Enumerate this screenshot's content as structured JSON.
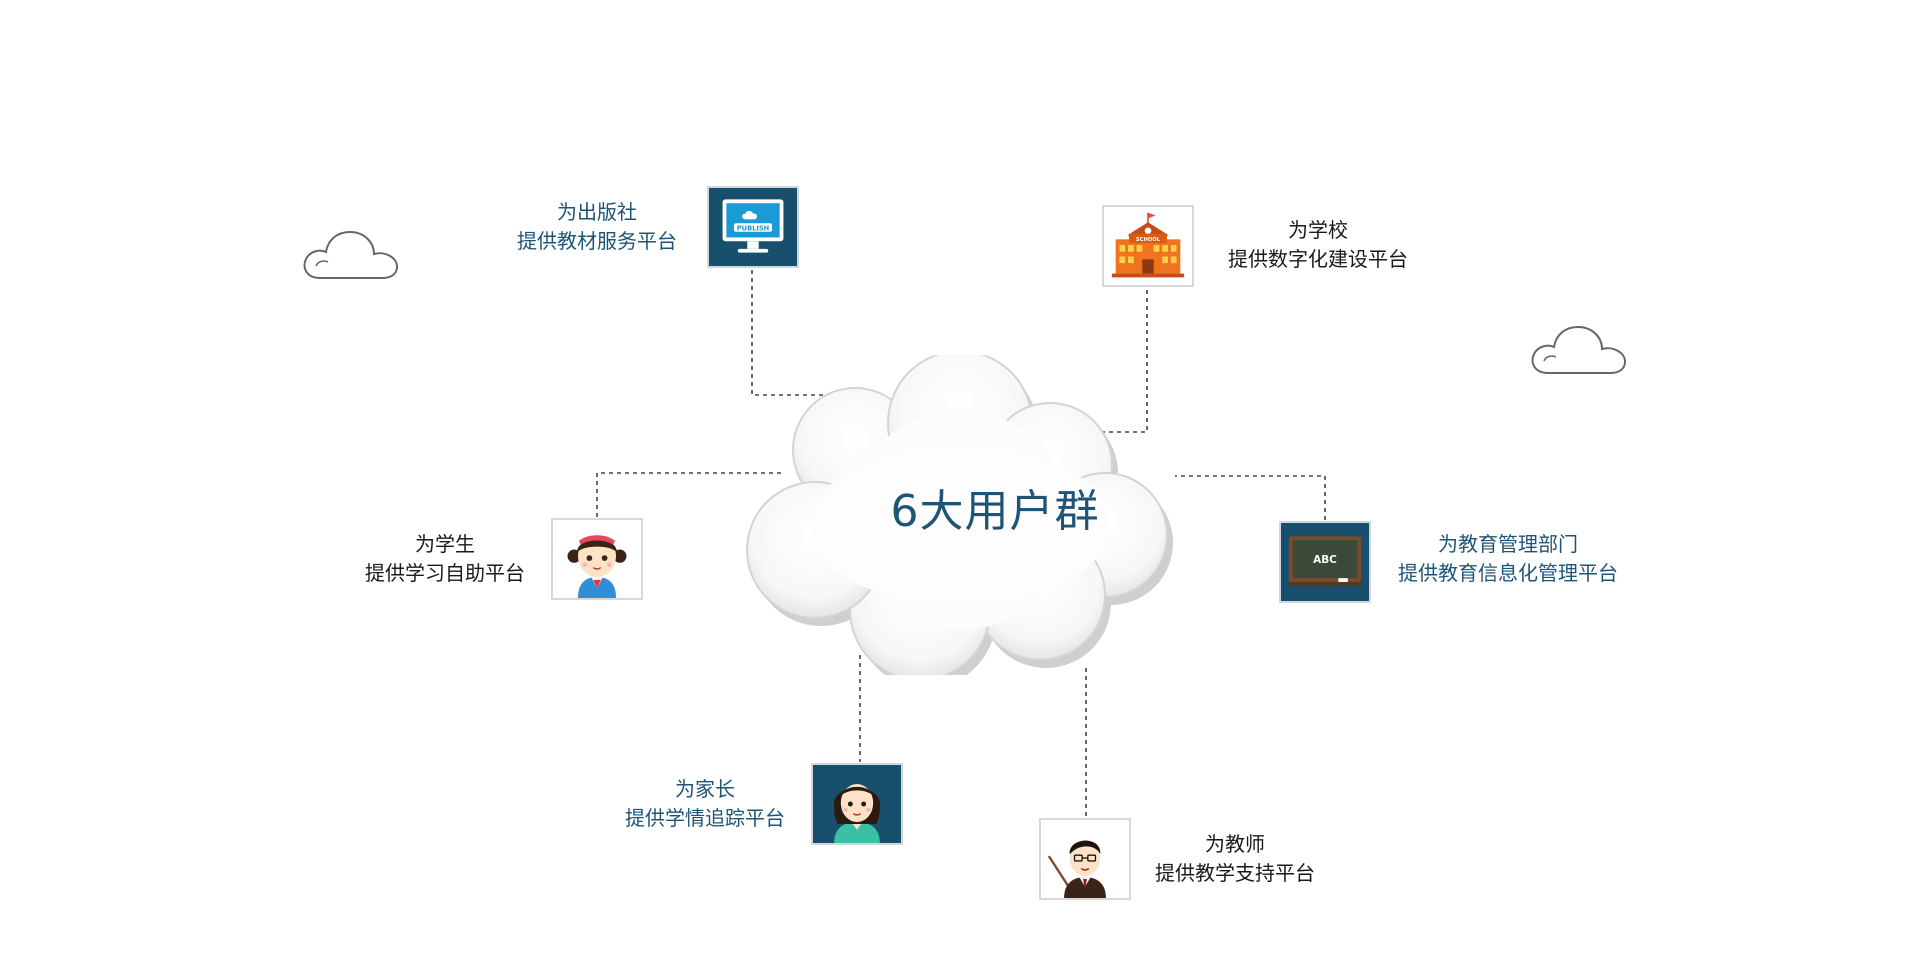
{
  "center": {
    "title": "6大用户群"
  },
  "nodes": {
    "publisher": {
      "line1": "为出版社",
      "line2": "提供教材服务平台",
      "icon": "publish-monitor-icon",
      "icon_text": "PUBLISH"
    },
    "school": {
      "line1": "为学校",
      "line2": "提供数字化建设平台",
      "icon": "school-building-icon",
      "icon_text": "SCHOOL"
    },
    "student": {
      "line1": "为学生",
      "line2": "提供学习自助平台",
      "icon": "student-avatar-icon"
    },
    "education": {
      "line1": "为教育管理部门",
      "line2": "提供教育信息化管理平台",
      "icon": "chalkboard-icon",
      "icon_text": "ABC"
    },
    "parent": {
      "line1": "为家长",
      "line2": "提供学情追踪平台",
      "icon": "parent-avatar-icon"
    },
    "teacher": {
      "line1": "为教师",
      "line2": "提供教学支持平台",
      "icon": "teacher-avatar-icon"
    }
  },
  "colors": {
    "title_blue": "#1e5577",
    "dark_tile": "#174f6d",
    "school_orange": "#f0731f",
    "line": "#444444"
  }
}
